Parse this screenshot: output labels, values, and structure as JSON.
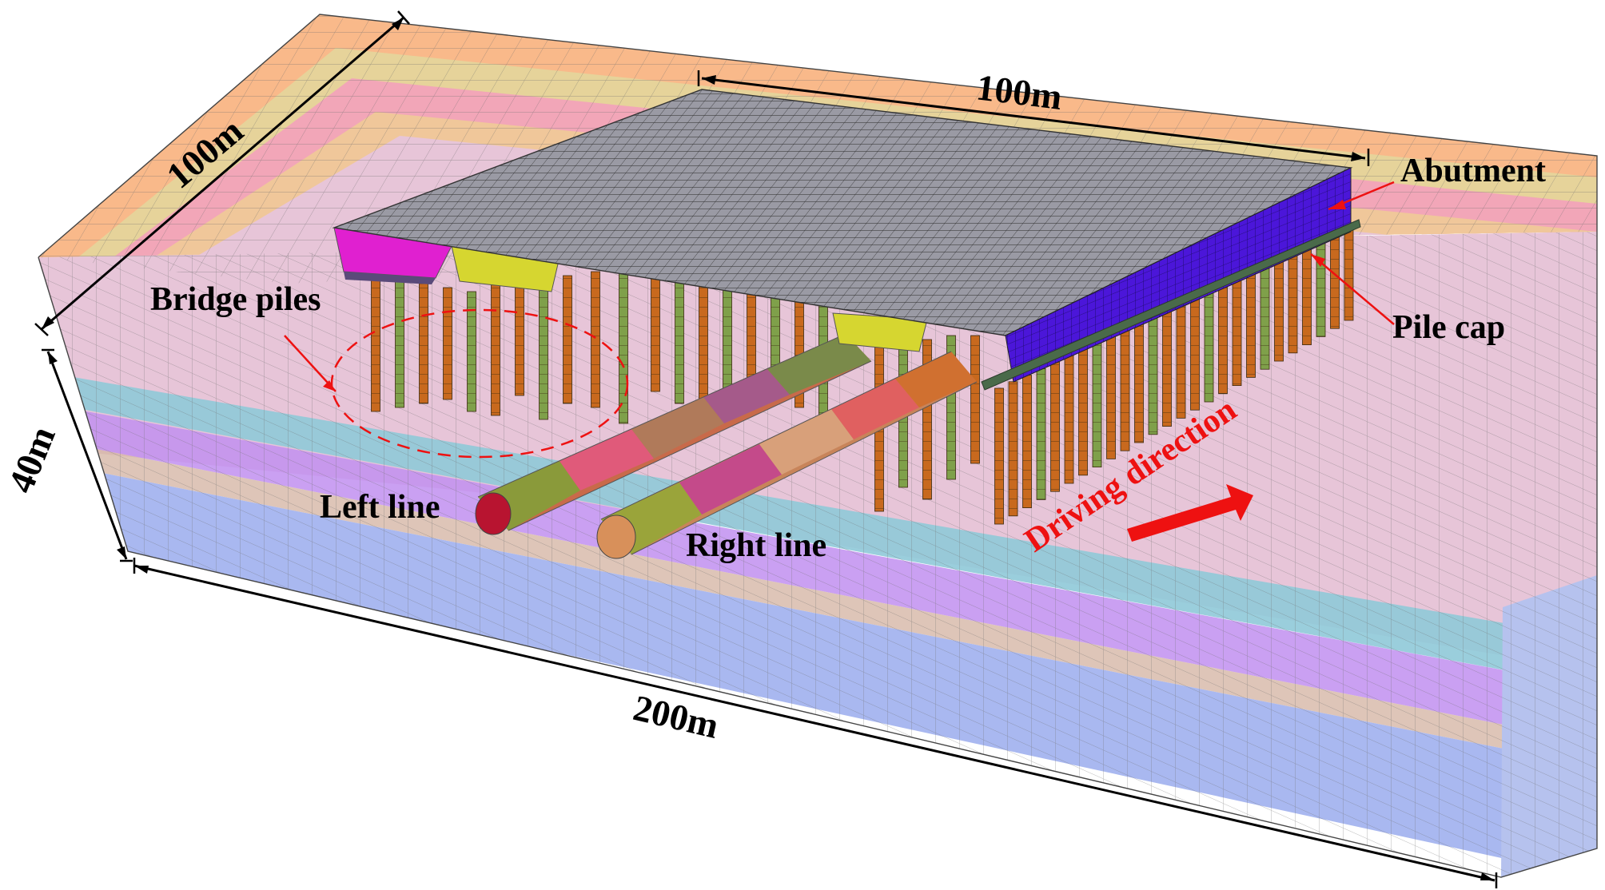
{
  "labels": {
    "top_width": "100m",
    "left_depth": "100m",
    "height": "40m",
    "bottom_length": "200m",
    "abutment": "Abutment",
    "pile_cap": "Pile cap",
    "bridge_piles": "Bridge piles",
    "left_line": "Left line",
    "right_line": "Right line",
    "driving_direction": "Driving direction"
  },
  "colors": {
    "soil_layers": [
      "#f9b98a",
      "#e6d39a",
      "#f2a6b8",
      "#f0c79a",
      "#e7c5d8",
      "#8fc9d8",
      "#c18ff0",
      "#a9b8f0",
      "#b6c2ee"
    ],
    "deck": "#8f8f9a",
    "abutment": "#4b16d9",
    "pier_cap": "#d6d630",
    "left_abutment": "#e020d0",
    "pile_orange": "#c8691e",
    "pile_green": "#7fa04a",
    "annotation_red": "#ee1111"
  }
}
